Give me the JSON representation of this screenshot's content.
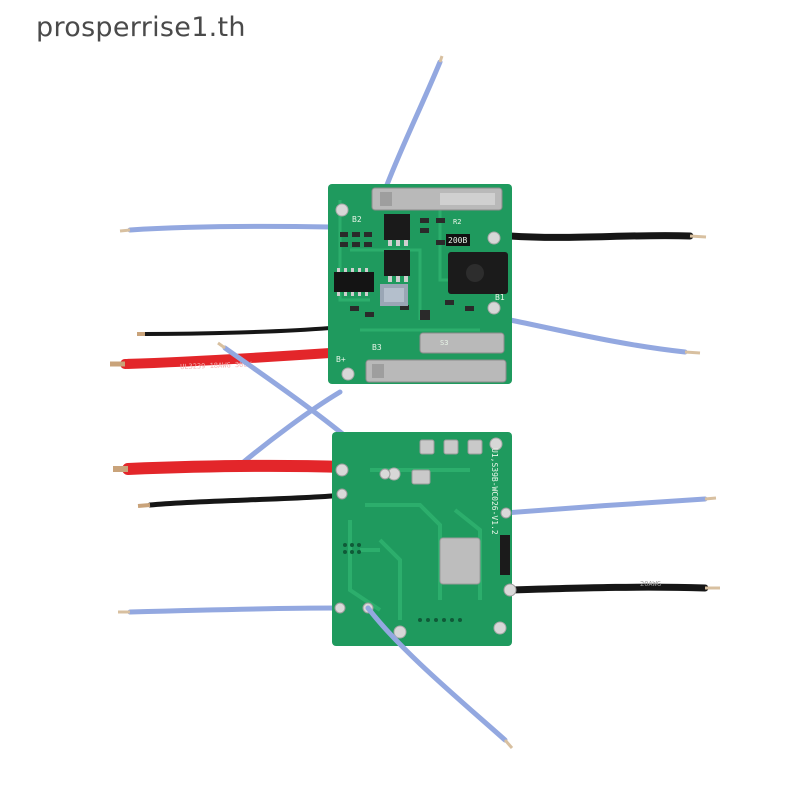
{
  "watermark": "prosperrise1.th",
  "colors": {
    "background": "#ffffff",
    "pcb": "#1f9a5e",
    "pcb_dark": "#13744a",
    "pcb_trace": "#2cae6c",
    "wire_blue": "#93a8e0",
    "wire_red": "#e3262a",
    "wire_black": "#161616",
    "copper": "#c9a37a",
    "metal": "#b9b9b9",
    "dc_jack": "#1b1b1b",
    "watermark_text": "#4a4a4a"
  },
  "board_top": {
    "silkscreen": {
      "b2": "B2",
      "b1": "B1",
      "bplus": "B+",
      "b3": "B3",
      "resistor_code": "200B",
      "r2": "R2",
      "s3": "S3"
    },
    "red_wire_print": "UL3239 18AWG 300V",
    "icons": [
      "dc-jack-icon",
      "mosfet-icon",
      "ic-chip-icon",
      "inductor-icon",
      "battery-tab-icon"
    ]
  },
  "board_bottom": {
    "silkscreen": {
      "part_number": "U1,S39B-WC026-V1.2"
    },
    "black_wire_print": "20AWG",
    "icons": [
      "dc-jack-icon",
      "solder-pad-icon",
      "mounting-hole-icon"
    ]
  }
}
